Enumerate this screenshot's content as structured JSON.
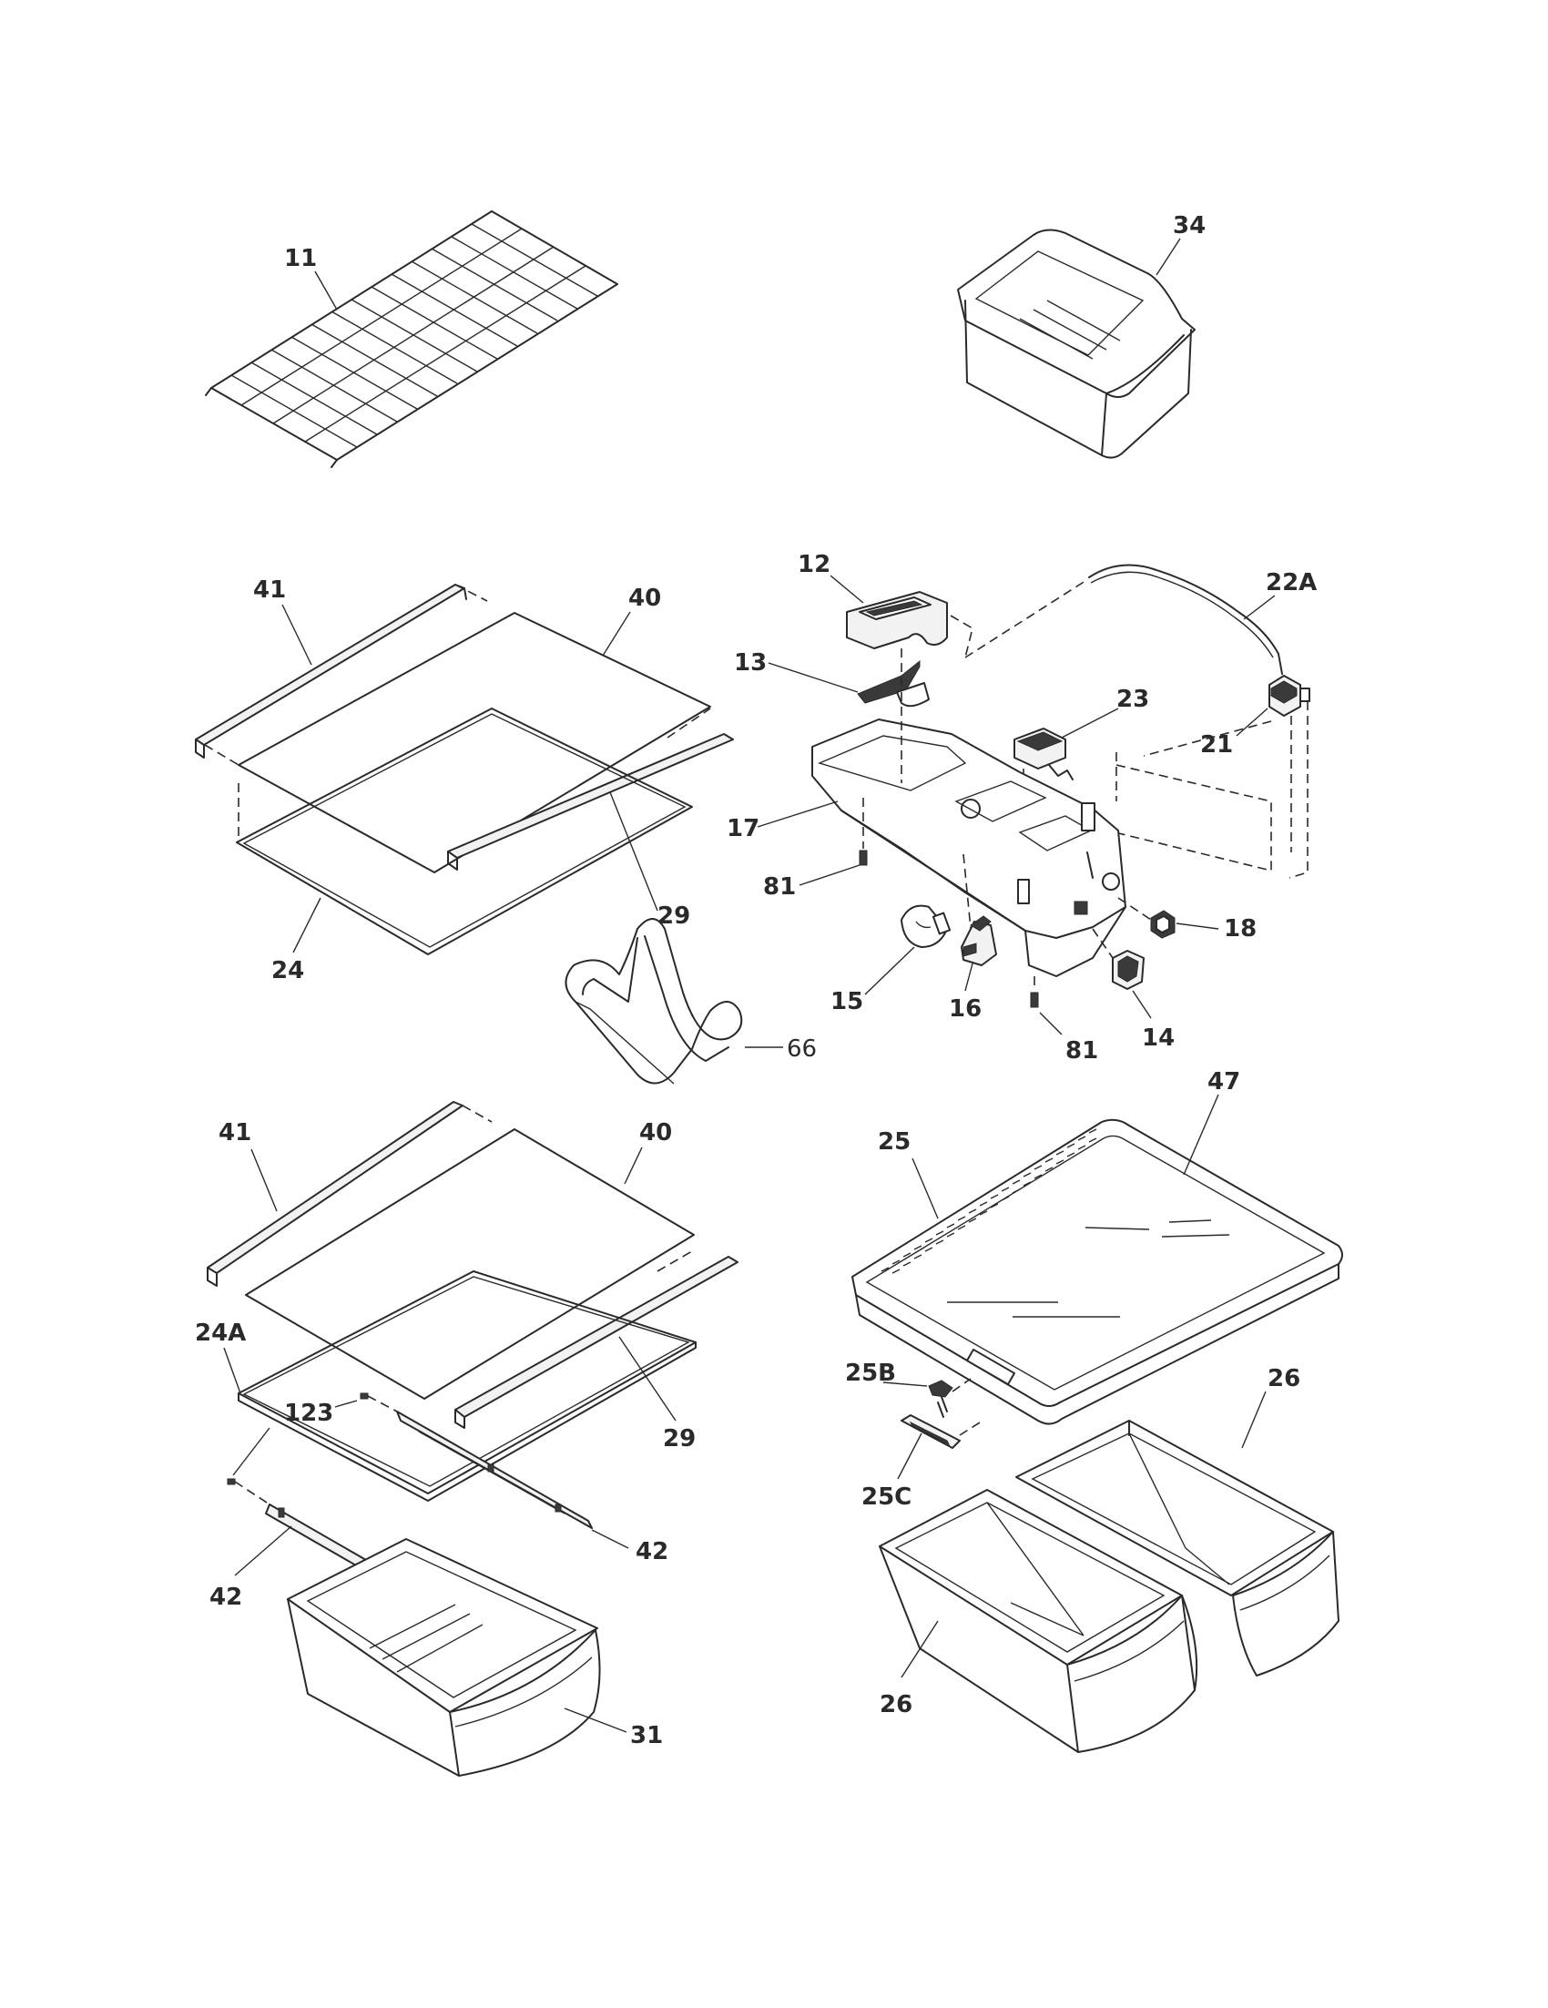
{
  "diagram": {
    "labels": {
      "p11": "11",
      "p34": "34",
      "p12": "12",
      "p22A": "22A",
      "p13": "13",
      "p23": "23",
      "p21": "21",
      "p17": "17",
      "p81a": "81",
      "p81b": "81",
      "p18": "18",
      "p15": "15",
      "p16": "16",
      "p14": "14",
      "p41a": "41",
      "p40a": "40",
      "p29a": "29",
      "p24": "24",
      "p66": "66",
      "p41b": "41",
      "p40b": "40",
      "p24A": "24A",
      "p123": "123",
      "p29b": "29",
      "p42a": "42",
      "p42b": "42",
      "p31": "31",
      "p47": "47",
      "p25": "25",
      "p25B": "25B",
      "p25C": "25C",
      "p26a": "26",
      "p26b": "26"
    }
  }
}
